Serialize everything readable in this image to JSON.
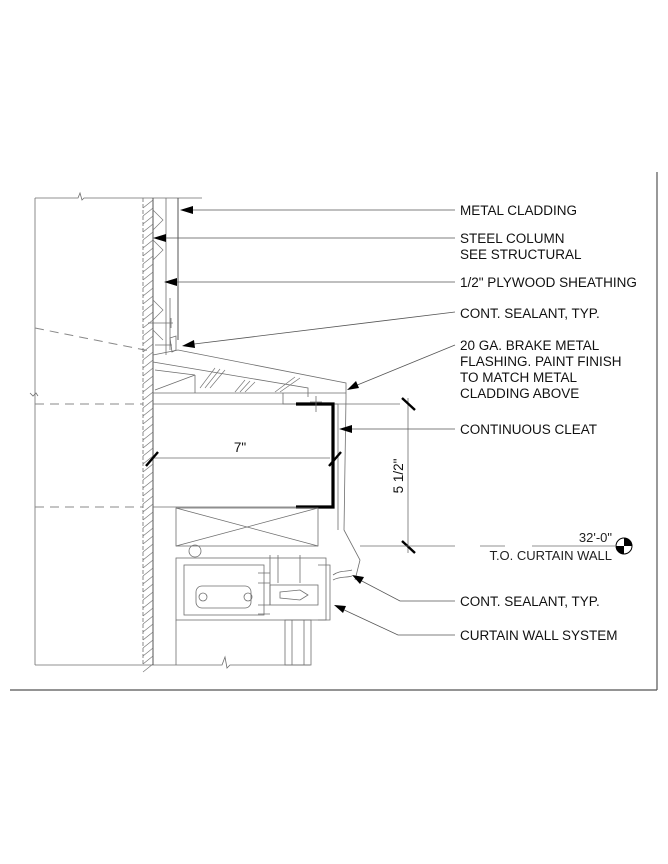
{
  "drawing": {
    "title": "Curtain wall head / metal cladding flashing detail",
    "callouts": [
      {
        "id": "metal-cladding",
        "lines": [
          "METAL CLADDING"
        ]
      },
      {
        "id": "steel-column",
        "lines": [
          "STEEL COLUMN",
          "SEE STRUCTURAL"
        ]
      },
      {
        "id": "plywood-sheathing",
        "lines": [
          "1/2\" PLYWOOD SHEATHING"
        ]
      },
      {
        "id": "cont-sealant-upper",
        "lines": [
          "CONT. SEALANT, TYP."
        ]
      },
      {
        "id": "brake-metal-flashing",
        "lines": [
          "20 GA. BRAKE METAL",
          "FLASHING.  PAINT FINISH",
          "TO MATCH METAL",
          "CLADDING ABOVE"
        ]
      },
      {
        "id": "continuous-cleat",
        "lines": [
          "CONTINUOUS CLEAT"
        ]
      },
      {
        "id": "cont-sealant-lower",
        "lines": [
          "CONT. SEALANT, TYP."
        ]
      },
      {
        "id": "curtain-wall-system",
        "lines": [
          "CURTAIN WALL SYSTEM"
        ]
      }
    ],
    "dimensions": {
      "horizontal": "7\"",
      "vertical": "5 1/2\""
    },
    "elevation_marker": {
      "value": "32'-0\"",
      "label": "T.O. CURTAIN WALL"
    }
  }
}
